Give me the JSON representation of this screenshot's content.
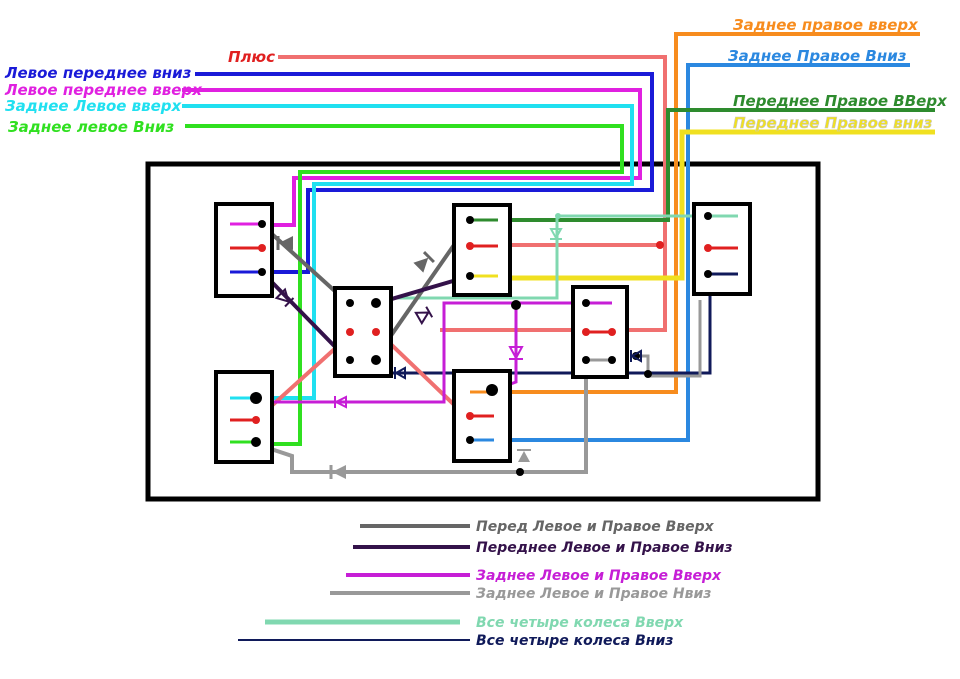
{
  "top_labels": {
    "plus": "Плюс",
    "left_front_down": "Левое переднее вниз",
    "left_front_up": "Левое переднее вверх",
    "rear_left_up": "Заднее Левое вверх",
    "rear_left_down": "Заднее левое Вниз",
    "rear_right_up": "Заднее правое вверх",
    "rear_right_down": "Заднее Правое Вниз",
    "front_right_up": "Переднее Правое ВВерх",
    "front_right_down": "Переднее Правое вниз"
  },
  "legend": {
    "front_up": "Перед Левое и Правое Вверх",
    "front_down": "Переднее Левое и Правое Вниз",
    "rear_up": "Заднее Левое и Правое Вверх",
    "rear_down": "Заднее Левое и Правое Нвиз",
    "all_up": "Все четыре колеса Вверх",
    "all_down": "Все четыре колеса Вниз"
  },
  "colors": {
    "plus": "#f07070",
    "left_front_down": "#1a1ad8",
    "left_front_up": "#e020e0",
    "rear_left_up": "#20e0f0",
    "rear_left_down": "#30e020",
    "rear_right_up": "#f78c1e",
    "rear_right_down": "#2b88e0",
    "front_right_up": "#2e8b2e",
    "front_right_down": "#f0e020",
    "front_up": "#666666",
    "front_down": "#34124a",
    "rear_up": "#c61ed6",
    "rear_down": "#999999",
    "all_up": "#80d8b0",
    "all_down": "#101a5a"
  }
}
